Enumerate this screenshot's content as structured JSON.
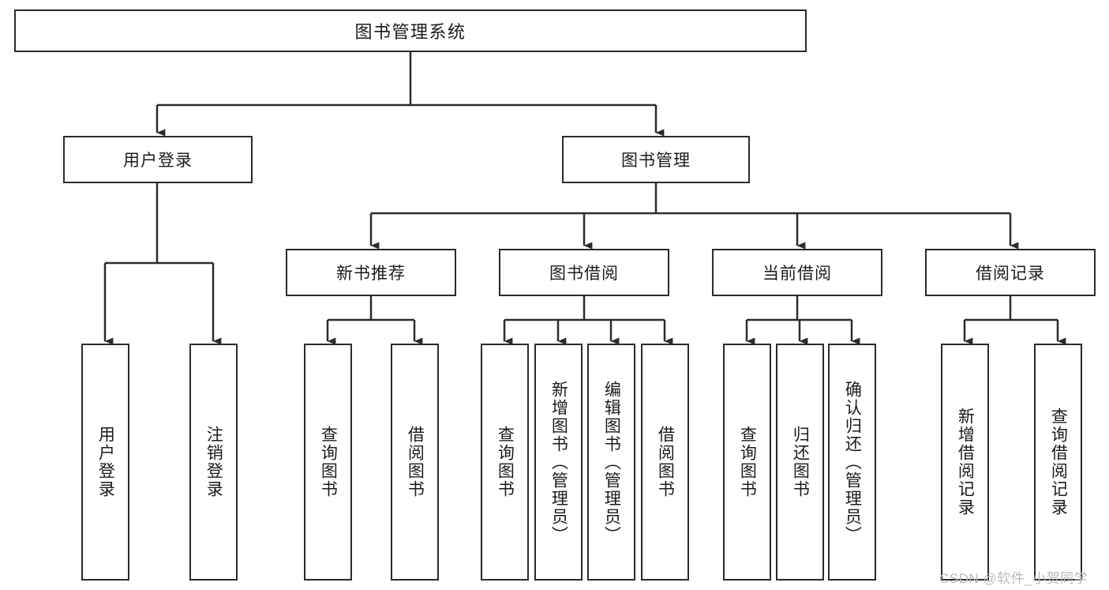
{
  "diagram": {
    "title": "图书管理系统",
    "type": "hierarchy-tree",
    "watermark": "CSDN @软件_小贺同学",
    "colors": {
      "stroke": "#2b2b2b",
      "fill": "#ffffff",
      "text": "#1b1b1b",
      "watermark": "#b9b9b9"
    },
    "nodes": {
      "root": {
        "label": "图书管理系统"
      },
      "level2": [
        {
          "label": "用户登录"
        },
        {
          "label": "图书管理"
        }
      ],
      "level3": [
        {
          "label": "新书推荐"
        },
        {
          "label": "图书借阅"
        },
        {
          "label": "当前借阅"
        },
        {
          "label": "借阅记录"
        }
      ],
      "leaves": {
        "user_login": [
          {
            "label": "用户登录"
          },
          {
            "label": "注销登录"
          }
        ],
        "new_books": [
          {
            "label": "查询图书"
          },
          {
            "label": "借阅图书"
          }
        ],
        "borrow_books": [
          {
            "label": "查询图书"
          },
          {
            "label": "新增图书（管理员）"
          },
          {
            "label": "编辑图书（管理员）"
          },
          {
            "label": "借阅图书"
          }
        ],
        "current_borrow": [
          {
            "label": "查询图书"
          },
          {
            "label": "归还图书"
          },
          {
            "label": "确认归还（管理员）"
          }
        ],
        "borrow_records": [
          {
            "label": "新增借阅记录"
          },
          {
            "label": "查询借阅记录"
          }
        ]
      }
    }
  }
}
